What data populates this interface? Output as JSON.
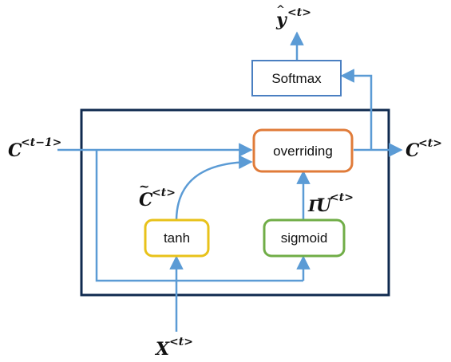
{
  "diagram": {
    "nodes": {
      "softmax": {
        "label": "Softmax",
        "color": "#4a7fc1"
      },
      "overriding": {
        "label": "overriding",
        "color": "#e07b39"
      },
      "tanh": {
        "label": "tanh",
        "color": "#e8c21a"
      },
      "sigmoid": {
        "label": "sigmoid",
        "color": "#70ad47"
      }
    },
    "labels": {
      "y_hat": {
        "base": "y",
        "sup": "<t>"
      },
      "c_prev": {
        "base": "C",
        "sup": "<t−1>"
      },
      "c_out": {
        "base": "C",
        "sup": "<t>"
      },
      "c_tilde": {
        "base": "C",
        "sup": "<t>"
      },
      "u_gate": {
        "prefix": "Γ",
        "base": "U",
        "sup": "<t>"
      },
      "x_in": {
        "base": "X",
        "sup": "<t>"
      }
    },
    "colors": {
      "arrow": "#5b9bd5",
      "cell_border": "#0f2a4f"
    }
  }
}
